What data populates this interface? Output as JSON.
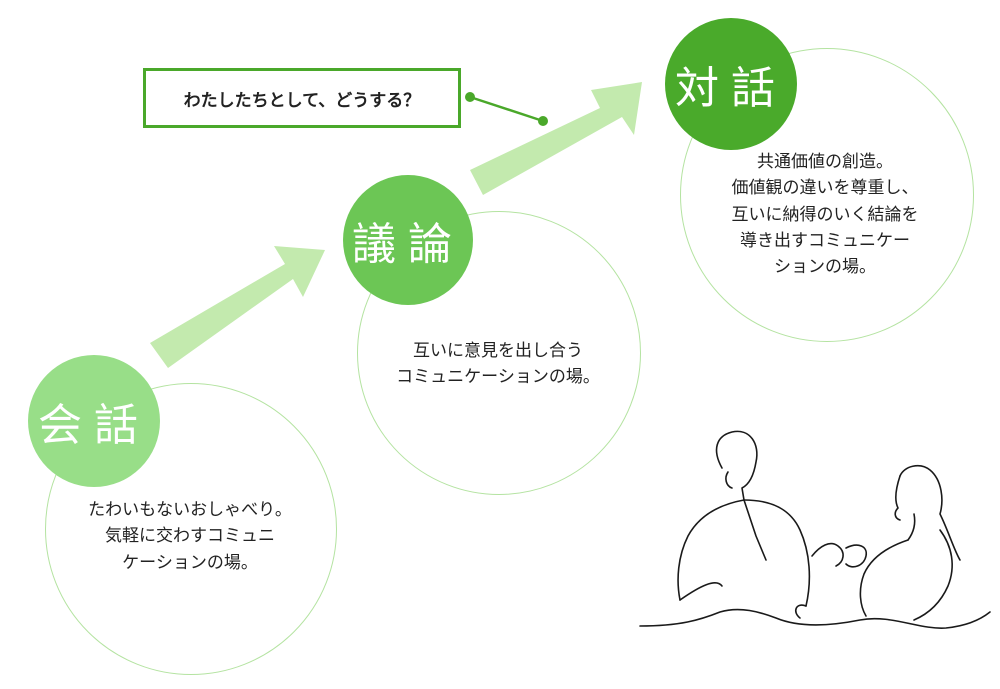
{
  "stages": [
    {
      "title": "会話",
      "description": "たわいもないおしゃべり。\n気軽に交わすコミュニ\nケーションの場。",
      "badge_color": "#98de88"
    },
    {
      "title": "議論",
      "description": "互いに意見を出し合う\nコミュニケーションの場。",
      "badge_color": "#6cc655"
    },
    {
      "title": "対話",
      "description": "共通価値の創造。\n価値観の違いを尊重し、\n互いに納得のいく結論を\n導き出すコミュニケー\nションの場。",
      "badge_color": "#4aaa2b"
    }
  ],
  "callout": {
    "text": "わたしたちとして、どうする？"
  },
  "colors": {
    "arrow": "#c3eaae",
    "ring": "#b4e3a1",
    "callout_border": "#4aa82a"
  },
  "illustration": {
    "icon": "two-people-talking-line-drawing"
  }
}
